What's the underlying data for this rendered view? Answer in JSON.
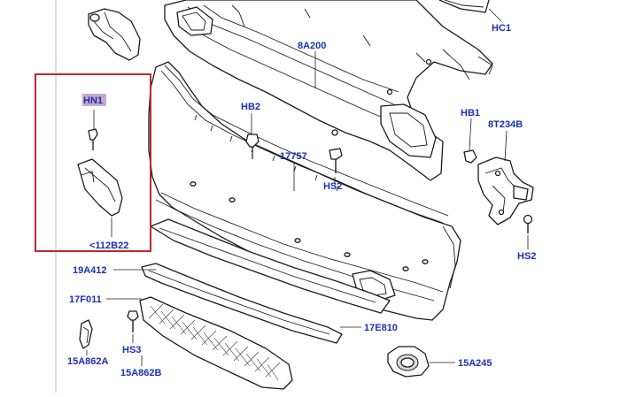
{
  "labels": {
    "hc1": "HC1",
    "a8a200": "8A200",
    "hn1": "HN1",
    "hb2": "HB2",
    "p17757": "17757",
    "hs2_left": "HS2",
    "hb1": "HB1",
    "p8t234b": "8T234B",
    "hs2_right": "HS2",
    "p112b22": "<112B22",
    "p19a412": "19A412",
    "p17f011": "17F011",
    "hs3": "HS3",
    "p15a862a": "15A862A",
    "p15a862b": "15A862B",
    "p17e810": "17E810",
    "p15a245": "15A245"
  },
  "colors": {
    "label": "#1a2fb8",
    "highlight_box": "#c0272d",
    "hn1_background": "#c9a9c9",
    "line": "#1b1b1b"
  }
}
